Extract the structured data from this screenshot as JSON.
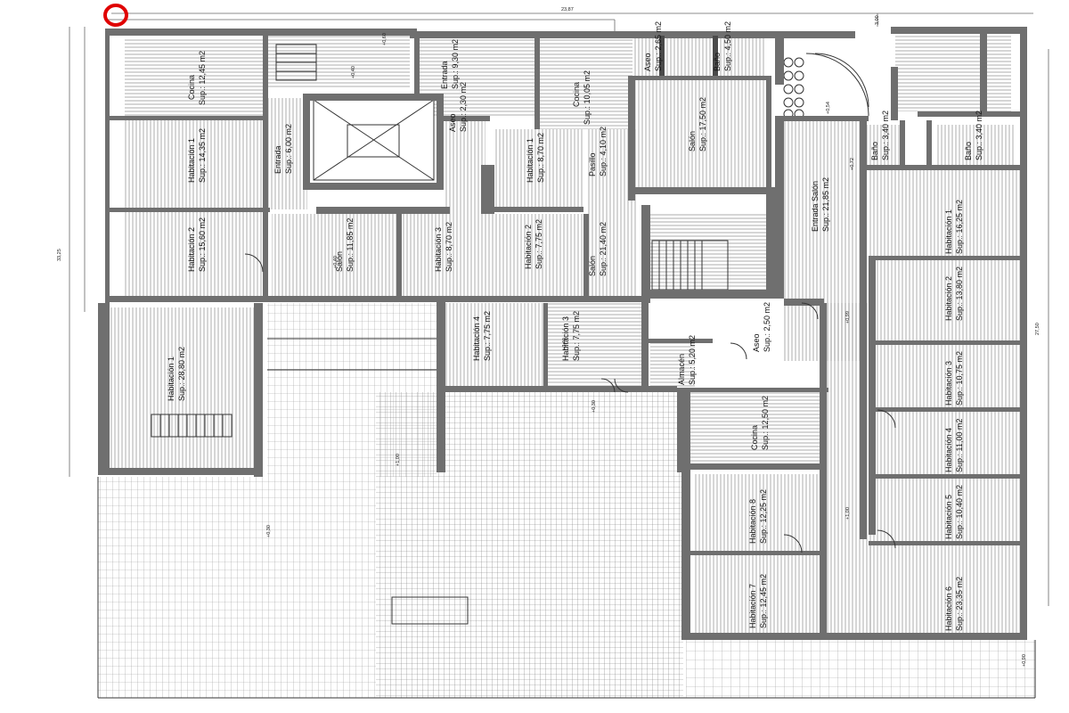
{
  "dimensions": {
    "top": "23,87",
    "right_top": "3,00",
    "left": "33,25",
    "right": "27,50"
  },
  "levels": [
    "+0,60",
    "+0,40",
    "+0,54",
    "+0,72",
    "+0,40",
    "+0,99",
    "+0,40",
    "+0,30",
    "+0,30",
    "+1,00",
    "+1,00",
    "+0,90"
  ],
  "rooms_left": [
    {
      "name": "Cocina",
      "area": "Sup.: 12,45 m2"
    },
    {
      "name": "Habitación 1",
      "area": "Sup.: 14,35 m2"
    },
    {
      "name": "Habitación 2",
      "area": "Sup.: 15,60 m2"
    },
    {
      "name": "Entrada",
      "area": "Sup.: 6,00 m2"
    },
    {
      "name": "Salón",
      "area": "Sup.: 11,85 m2"
    },
    {
      "name": "Habitación 3",
      "area": "Sup.: 8,70 m2"
    },
    {
      "name": "Habitación 1",
      "area": "Sup.: 28,80 m2"
    }
  ],
  "rooms_center": [
    {
      "name": "Entrada",
      "area": "Sup.: 9,30 m2"
    },
    {
      "name": "Aseo",
      "area": "Sup.: 2,30 m2"
    },
    {
      "name": "Cocina",
      "area": "Sup.: 10,05 m2"
    },
    {
      "name": "Habitación 1",
      "area": "Sup.: 8,70 m2"
    },
    {
      "name": "Pasillo",
      "area": "Sup.: 4,10 m2"
    },
    {
      "name": "Habitación 2",
      "area": "Sup.: 7,75 m2"
    },
    {
      "name": "Salón",
      "area": "Sup.: 21,40 m2"
    },
    {
      "name": "Habitación 4",
      "area": "Sup.: 7,75 m2"
    },
    {
      "name": "Habitación 3",
      "area": "Sup.: 7,75 m2"
    },
    {
      "name": "Aseo",
      "area": "Sup.: 2,65 m2"
    },
    {
      "name": "Baño",
      "area": "Sup.: 4,50 m2"
    },
    {
      "name": "Salón",
      "area": "Sup.: 17,50 m2"
    }
  ],
  "rooms_right": [
    {
      "name": "Entrada Salón",
      "area": "Sup.: 21,85 m2"
    },
    {
      "name": "Baño",
      "area": "Sup.: 3,40 m2"
    },
    {
      "name": "Baño",
      "area": "Sup.: 3,40 m2"
    },
    {
      "name": "Habitación 1",
      "area": "Sup.: 16,25 m2"
    },
    {
      "name": "Habitación 2",
      "area": "Sup.: 13,80 m2"
    },
    {
      "name": "Habitación 3",
      "area": "Sup.: 10,75 m2"
    },
    {
      "name": "Habitación 4",
      "area": "Sup.: 11,00 m2"
    },
    {
      "name": "Habitación 5",
      "area": "Sup.: 10,40 m2"
    },
    {
      "name": "Habitación 6",
      "area": "Sup.: 23,35 m2"
    },
    {
      "name": "Aseo",
      "area": "Sup.: 2,50 m2"
    },
    {
      "name": "Almacén",
      "area": "Sup.: 5,20 m2"
    },
    {
      "name": "Cocina",
      "area": "Sup.: 12,50 m2"
    },
    {
      "name": "Habitación 8",
      "area": "Sup.: 12,25 m2"
    },
    {
      "name": "Habitación 7",
      "area": "Sup.: 12,45 m2"
    }
  ],
  "colors": {
    "wall": "#6f6f6f",
    "marker": "#e00000",
    "hatch": "#8a8a8a"
  }
}
